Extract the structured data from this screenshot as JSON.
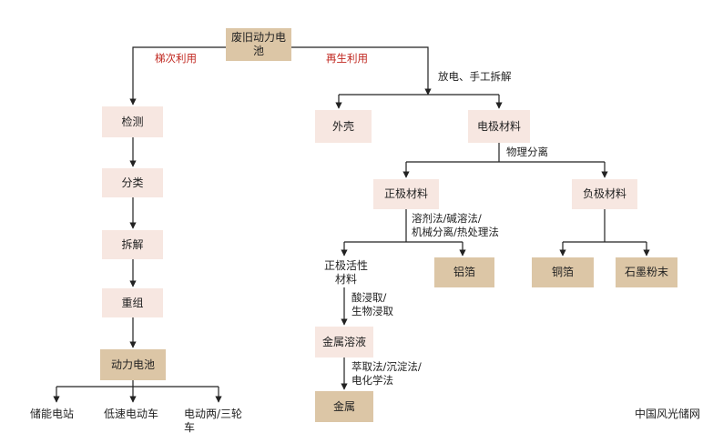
{
  "nodes": {
    "root": "废旧动力电池",
    "detect": "检测",
    "sort": "分类",
    "disassemble": "拆解",
    "reassemble": "重组",
    "power_battery": "动力电池",
    "storage_station": "储能电站",
    "low_speed_ev": "低速电动车",
    "two_three_wheeler": "电动两/三轮车",
    "shell": "外壳",
    "electrode": "电极材料",
    "cathode": "正极材料",
    "anode": "负极材料",
    "cathode_active": "正极活性材料",
    "aluminum_foil": "铝箔",
    "copper_foil": "铜箔",
    "graphite": "石墨粉末",
    "metal_solution": "金属溶液",
    "metal": "金属"
  },
  "edge_labels": {
    "cascade": "梯次利用",
    "recycle": "再生利用",
    "discharge": "放电、手工拆解",
    "physical_sep": "物理分离",
    "solvent_line1": "溶剂法/碱溶法/",
    "solvent_line2": "机械分离/热处理法",
    "leach_line1": "酸浸取/",
    "leach_line2": "生物浸取",
    "extract_line1": "萃取法/沉淀法/",
    "extract_line2": "电化学法"
  },
  "watermark": "中国风光储网",
  "colors": {
    "light_box": "#f7e7e1",
    "tan_box": "#dcc6a6",
    "edge_label_red": "#c0271f",
    "line": "#222222"
  }
}
